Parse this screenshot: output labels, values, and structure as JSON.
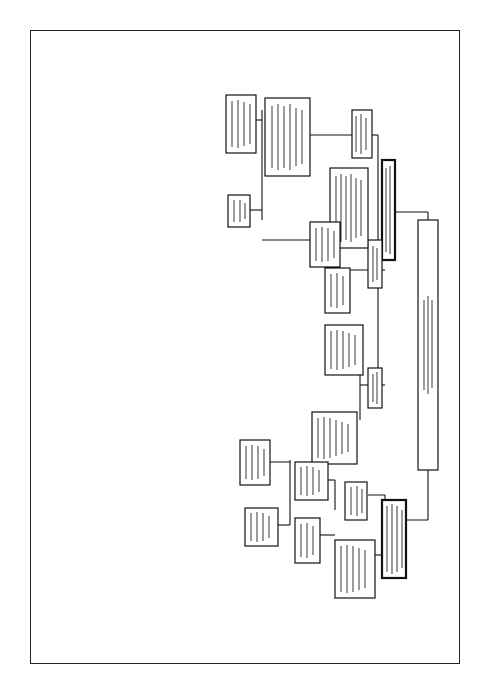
{
  "diagram": {
    "root": {
      "label": ""
    },
    "nodes": [
      {
        "id": "branch-top",
        "label": ""
      },
      {
        "id": "branch-bottom",
        "label": ""
      },
      {
        "id": "sub-1",
        "label": ""
      },
      {
        "id": "sub-2",
        "label": ""
      },
      {
        "id": "sub-3",
        "label": ""
      },
      {
        "id": "sub-4",
        "label": ""
      },
      {
        "id": "leaf-1",
        "label": ""
      },
      {
        "id": "leaf-2",
        "label": ""
      },
      {
        "id": "leaf-3",
        "label": ""
      },
      {
        "id": "leaf-4",
        "label": ""
      },
      {
        "id": "leaf-5",
        "label": ""
      },
      {
        "id": "leaf-6",
        "label": ""
      },
      {
        "id": "leaf-7",
        "label": ""
      },
      {
        "id": "leaf-8",
        "label": ""
      },
      {
        "id": "leaf-9",
        "label": ""
      },
      {
        "id": "leaf-10",
        "label": ""
      },
      {
        "id": "leaf-11",
        "label": ""
      },
      {
        "id": "leaf-12",
        "label": ""
      },
      {
        "id": "leaf-13",
        "label": ""
      },
      {
        "id": "leaf-14",
        "label": ""
      },
      {
        "id": "leaf-15",
        "label": ""
      },
      {
        "id": "leaf-16",
        "label": ""
      }
    ]
  },
  "colors": {
    "line": "#111111",
    "background": "#ffffff"
  }
}
